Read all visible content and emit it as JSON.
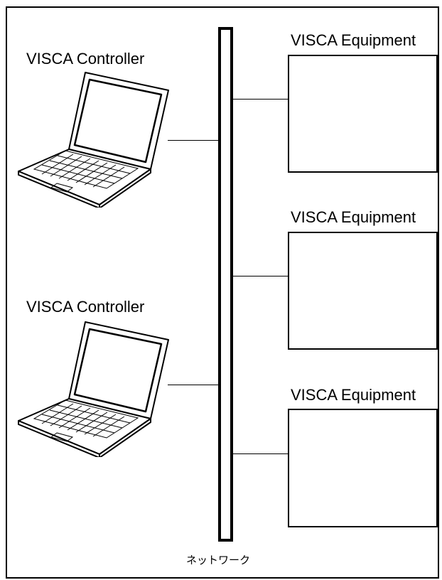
{
  "network": {
    "label": "ネットワーク"
  },
  "controllers": [
    {
      "label": "VISCA Controller",
      "icon": "laptop-icon"
    },
    {
      "label": "VISCA Controller",
      "icon": "laptop-icon"
    }
  ],
  "equipment": [
    {
      "label": "VISCA Equipment"
    },
    {
      "label": "VISCA Equipment"
    },
    {
      "label": "VISCA Equipment"
    }
  ]
}
